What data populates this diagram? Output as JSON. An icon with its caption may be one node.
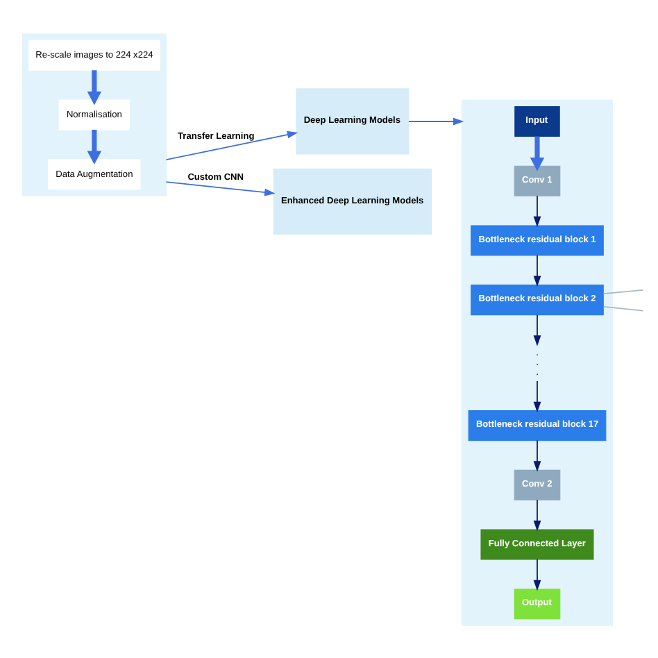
{
  "diagram": {
    "nodes": [
      {
        "text": [],
        "shape": "box"
      },
      {
        "text": [
          "Re-scale images to 224 x224"
        ],
        "in": 0
      },
      {
        "text": [
          "Normalisation"
        ],
        "in": 0
      },
      {
        "text": [
          "Data Augmentation"
        ],
        "in": 0
      },
      {
        "text": [
          "Deep Learning Models"
        ]
      },
      {
        "text": [
          "Enhanced Deep Learning Models"
        ]
      },
      {
        "text": [],
        "shape": "box"
      },
      {
        "text": [
          "Input"
        ],
        "in": 6
      },
      {
        "text": [
          "Conv 1"
        ],
        "in": 6
      },
      {
        "text": [
          "Bottleneck residual block 1"
        ],
        "in": 6
      },
      {
        "text": [
          "Bottleneck residual block 2"
        ],
        "in": 6
      },
      {
        "text": [
          ".",
          ".",
          "."
        ],
        "in": 6
      },
      {
        "text": [
          "Bottleneck residual block 17"
        ],
        "in": 6
      },
      {
        "text": [
          "Conv 2"
        ],
        "in": 6
      },
      {
        "text": [
          "Fully Connected Layer"
        ],
        "in": 6
      },
      {
        "text": [
          "Output"
        ],
        "in": 6
      }
    ],
    "edges": [
      {
        "from": 1,
        "to": 2,
        "arrow": "to",
        "style": "thick",
        "color": "#3d6fe0"
      },
      {
        "from": 2,
        "to": 3,
        "arrow": "to",
        "style": "thick",
        "color": "#3d6fe0"
      },
      {
        "from": 0,
        "to": 4,
        "arrow": "to",
        "label": "Transfer Learning",
        "color": "#3d6fe0"
      },
      {
        "from": 0,
        "to": 5,
        "arrow": "to",
        "label": "Custom CNN",
        "color": "#3d6fe0"
      },
      {
        "from": 4,
        "to": 6,
        "arrow": "to",
        "color": "#3d6fe0"
      },
      {
        "from": 7,
        "to": 8,
        "arrow": "to",
        "style": "thick",
        "color": "#3d6fe0"
      },
      {
        "from": 8,
        "to": 9,
        "arrow": "to"
      },
      {
        "from": 9,
        "to": 10,
        "arrow": "to"
      },
      {
        "from": 10,
        "to": 11,
        "arrow": "to"
      },
      {
        "from": 11,
        "to": 12,
        "arrow": "to"
      },
      {
        "from": 12,
        "to": 13,
        "arrow": "to"
      },
      {
        "from": 13,
        "to": 14,
        "arrow": "to"
      },
      {
        "from": 14,
        "to": 15,
        "arrow": "to"
      },
      {
        "from": 10,
        "to": null,
        "arrow": "none",
        "color": "#a9b8c4"
      },
      {
        "from": 10,
        "to": null,
        "arrow": "none",
        "color": "#a9b8c4"
      }
    ]
  }
}
